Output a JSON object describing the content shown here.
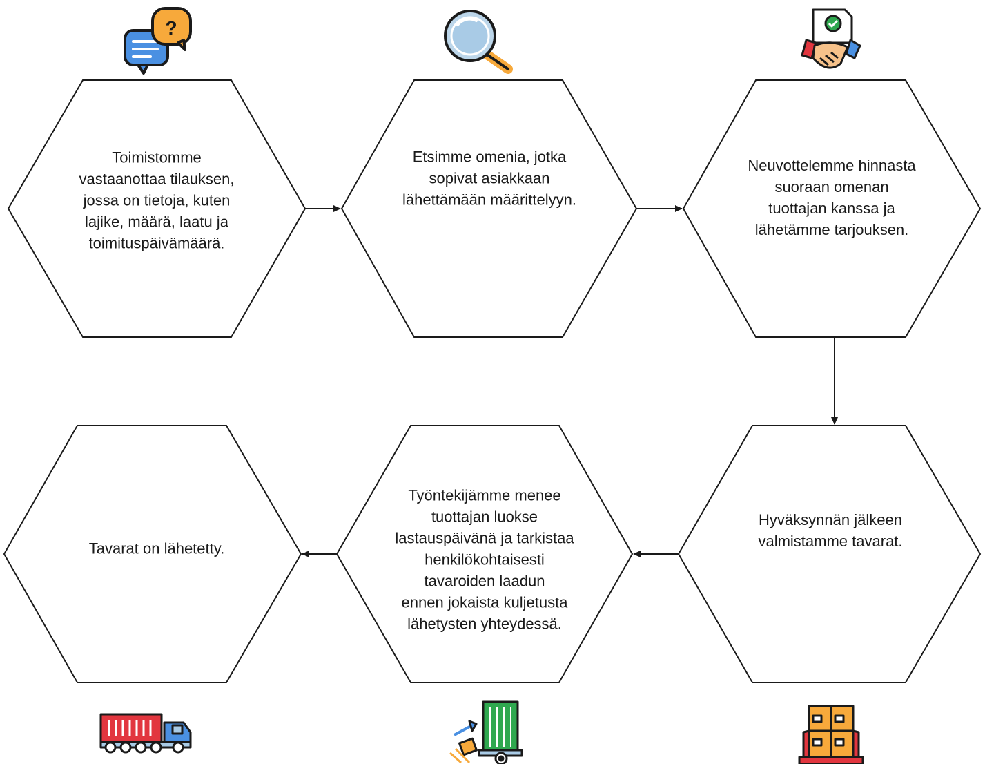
{
  "steps": [
    {
      "text": "Toimistomme\nvastaanottaa tilauksen,\njossa on tietoja, kuten\nlajike, määrä, laatu ja\ntoimituspäivämäärä.",
      "icon": "question-chat-icon"
    },
    {
      "text": "Etsimme omenia, jotka\nsopivat asiakkaan\nlähettämään määrittelyyn.",
      "icon": "magnifying-glass-icon"
    },
    {
      "text": "Neuvottelemme hinnasta\nsuoraan omenan\ntuottajan kanssa ja\nlähetämme tarjouksen.",
      "icon": "handshake-contract-icon"
    },
    {
      "text": "Hyväksynnän jälkeen\nvalmistamme tavarat.",
      "icon": "stacked-boxes-pallet-icon"
    },
    {
      "text": "Työntekijämme menee\ntuottajan luokse\nlastauspäivänä ja tarkistaa\nhenkilökohtaisesti\ntavaroiden laadun\nennen jokaista kuljetusta\nlähetysten yhteydessä.",
      "icon": "container-loading-icon"
    },
    {
      "text": "Tavarat on lähetetty.",
      "icon": "container-truck-icon"
    }
  ],
  "colors": {
    "outline": "#1a1a1a",
    "orange": "#f7a93b",
    "blue": "#4a90e2",
    "red": "#e2363f",
    "green": "#2fa84f"
  }
}
